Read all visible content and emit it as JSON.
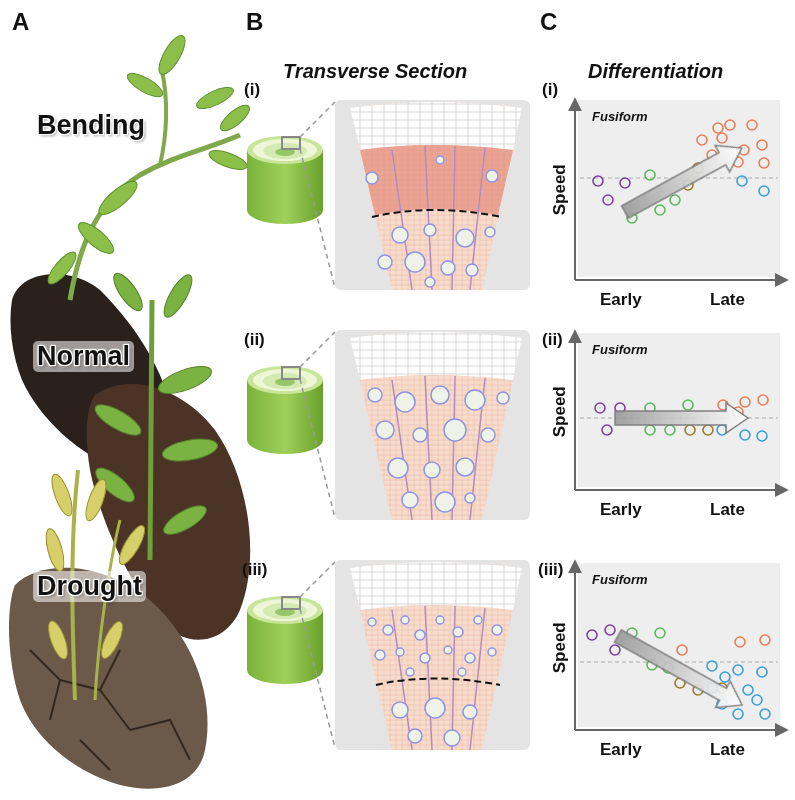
{
  "diagram": {
    "nodes": [
      {
        "text": [
          "Fusiform"
        ]
      },
      {
        "text": [
          "Fusiform"
        ]
      },
      {
        "text": [
          "Fusiform"
        ]
      }
    ],
    "labels": [
      "A",
      "B",
      "C",
      "Transverse Section",
      "Differentiation",
      "Bending",
      "Normal",
      "Drought",
      "(i)",
      "(ii)",
      "(iii)",
      "(i)",
      "Speed",
      "Early",
      "Late",
      "(ii)",
      "Speed",
      "Early",
      "Late",
      "(iii)",
      "Speed",
      "Early",
      "Late"
    ]
  }
}
